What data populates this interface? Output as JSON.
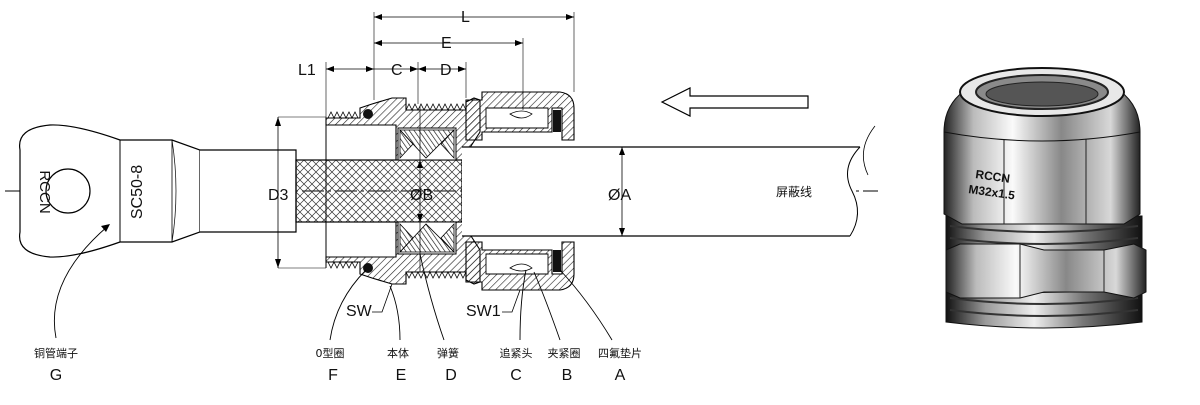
{
  "dimensions": {
    "L": "L",
    "E": "E",
    "L1": "L1",
    "C": "C",
    "D": "D",
    "D3": "D3",
    "OB": "ØB",
    "OA": "ØA",
    "SW": "SW",
    "SW1": "SW1"
  },
  "lug": {
    "brand": "RCCN",
    "model": "SC50-8"
  },
  "cable_label": "屏蔽线",
  "parts": [
    {
      "name": "铜管端子",
      "letter": "G"
    },
    {
      "name": "0型圈",
      "letter": "F"
    },
    {
      "name": "本体",
      "letter": "E"
    },
    {
      "name": "弹簧",
      "letter": "D"
    },
    {
      "name": "追紧头",
      "letter": "C"
    },
    {
      "name": "夹紧圈",
      "letter": "B"
    },
    {
      "name": "四氟垫片",
      "letter": "A"
    }
  ],
  "photo": {
    "brand": "RCCN",
    "thread": "M32x1.5"
  }
}
